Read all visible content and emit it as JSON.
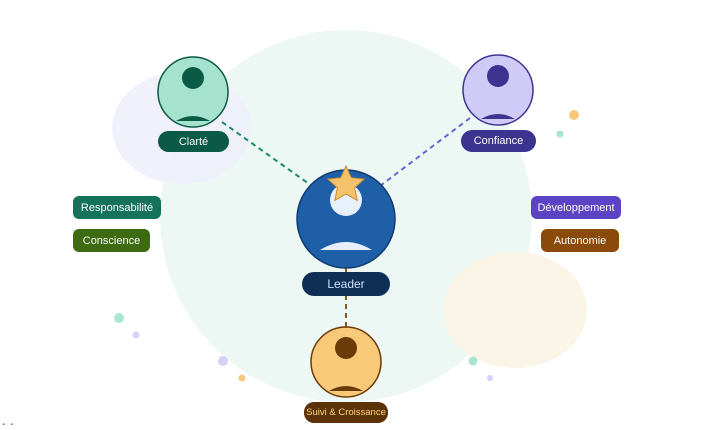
{
  "nodes": {
    "leader": {
      "label": "Leader"
    },
    "clarity": {
      "label": "Clarté"
    },
    "trust": {
      "label": "Confiance"
    },
    "growth": {
      "label": "Suivi & Croissance"
    }
  },
  "tags": {
    "responsibility": "Responsabilité",
    "awareness": "Conscience",
    "development": "Développement",
    "autonomy": "Autonomie"
  },
  "corner_text": "- -",
  "colors": {
    "leader": "#1e5fa8",
    "clarity": "#a6e3cf",
    "clarity_dark": "#0b5a45",
    "trust": "#cfcaf6",
    "trust_dark": "#3d3490",
    "growth": "#f9c97a",
    "growth_dark": "#6b3a07",
    "star": "#f6c26b",
    "responsibility": "#15735b",
    "awareness": "#3d6b12",
    "development": "#5a44c4",
    "autonomy": "#8a4a0a"
  },
  "icons": [
    "star-icon",
    "person-icon"
  ]
}
